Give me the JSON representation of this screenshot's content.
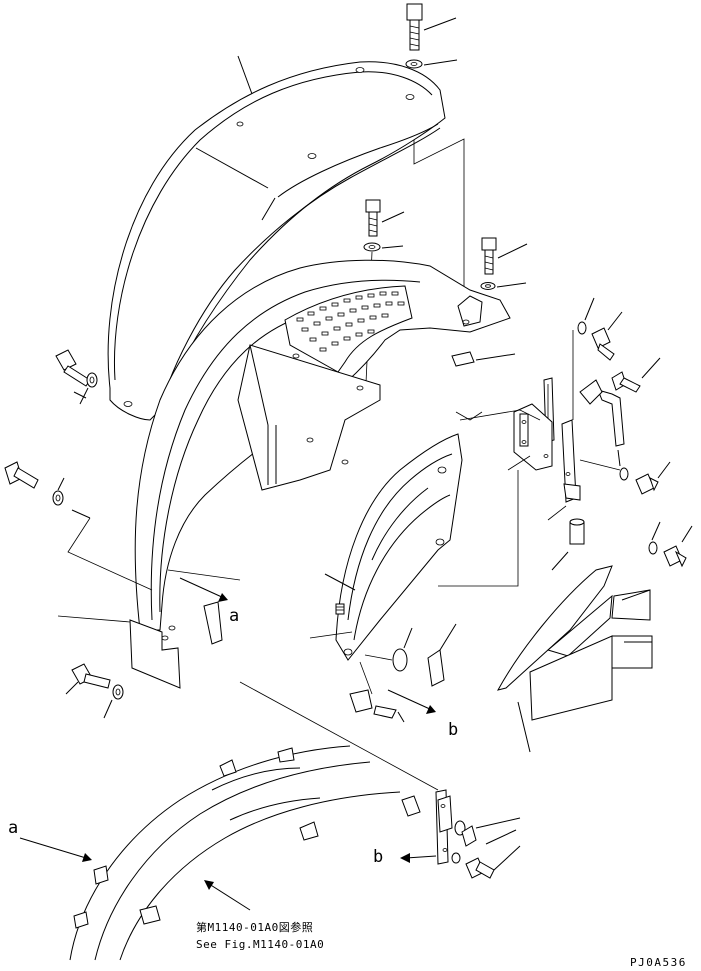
{
  "callouts": {
    "a_main": "a",
    "b_main": "b",
    "a_detail": "a",
    "b_detail": "b"
  },
  "note": {
    "line1": "第M1140-01A0図参照",
    "line2": "See Fig.M1140-01A0"
  },
  "drawing_code": "PJ0A536"
}
